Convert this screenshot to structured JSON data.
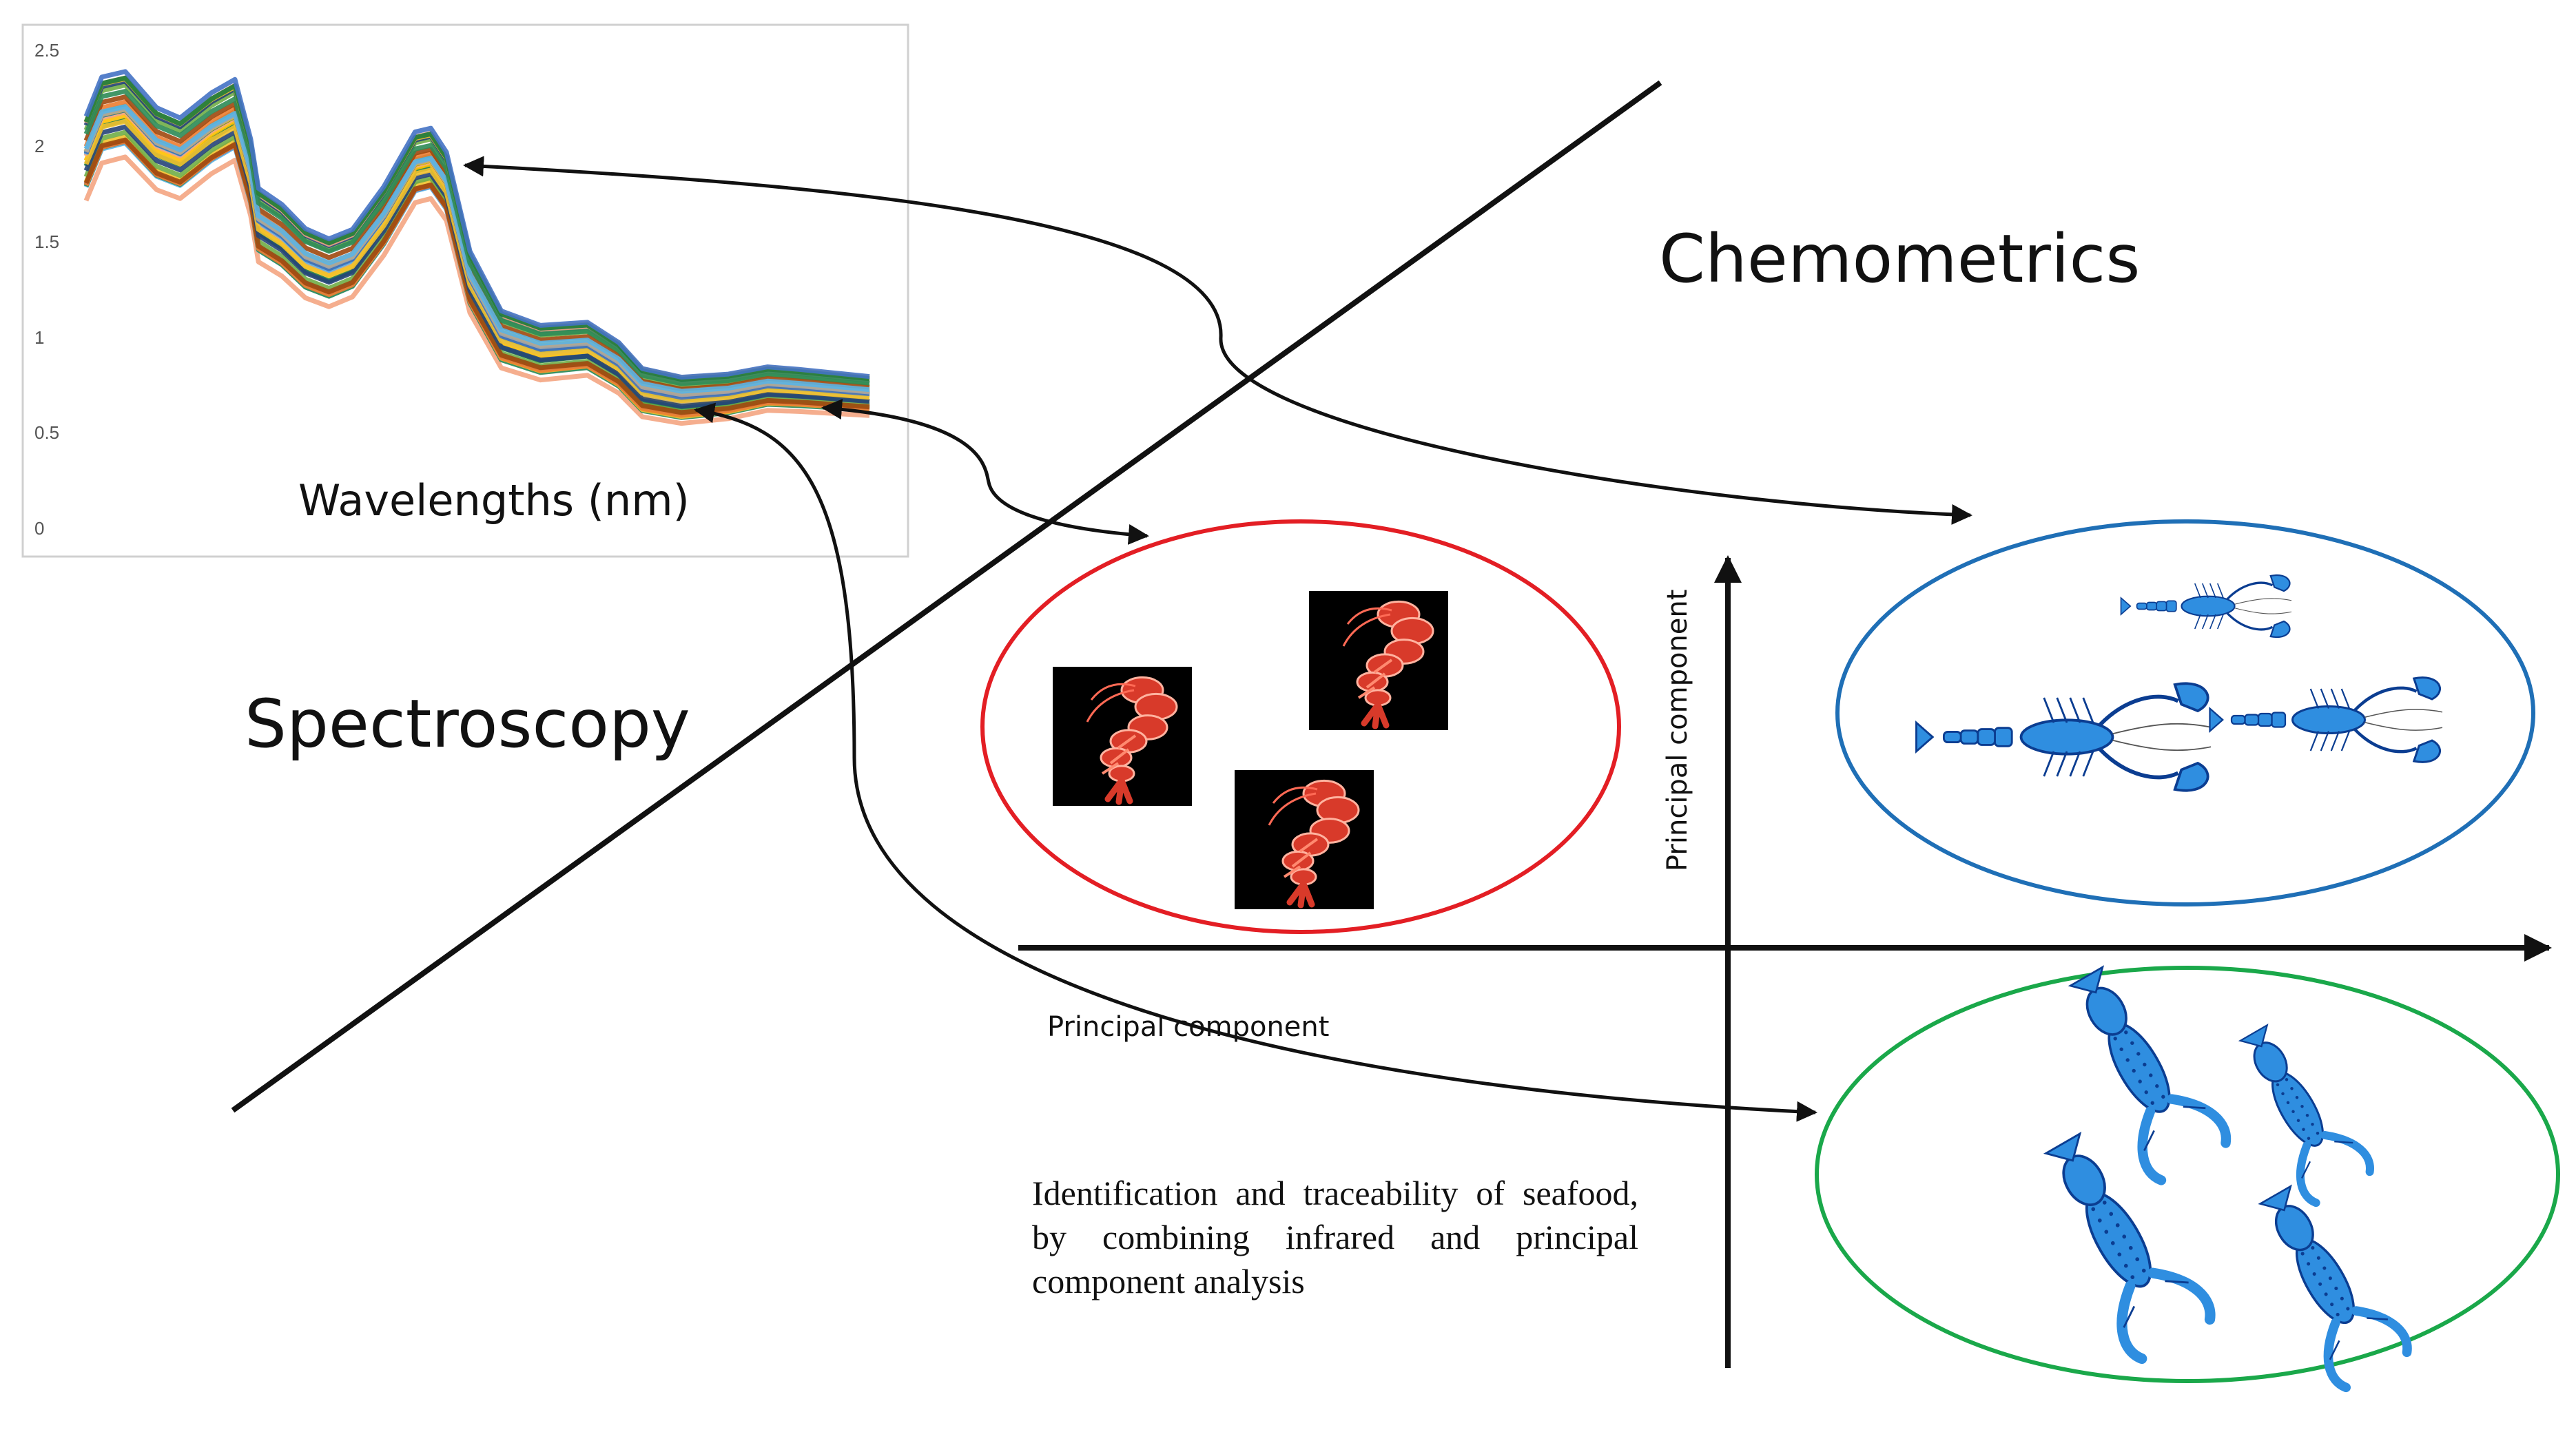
{
  "headings": {
    "chemometrics": "Chemometrics",
    "spectroscopy": "Spectroscopy"
  },
  "axes": {
    "x_label": "Principal component",
    "y_label": "Principal component"
  },
  "spectrum": {
    "xlabel": "Wavelengths (nm)",
    "y_ticks": [
      "2.5",
      "2",
      "1.5",
      "1",
      "0.5",
      "0"
    ]
  },
  "caption": "Identification and traceability of seafood, by combining infrared and principal component analysis",
  "colors": {
    "cluster_shrimp": "#e31e24",
    "cluster_lobster_top": "#1f6fb6",
    "cluster_lobster_bottom": "#1aa84a",
    "lines": "#111111",
    "lobster_blue": "#2f8ee0",
    "shrimp_red": "#d83a2a"
  },
  "chart_data": {
    "type": "line",
    "xlabel": "Wavelengths (nm)",
    "ylim": [
      0,
      2.5
    ],
    "series_count": 30,
    "palette": [
      "#f4a582",
      "#5ab4e6",
      "#2e8b57",
      "#f2c12e",
      "#1a7a3c",
      "#4472c4",
      "#ed7d31",
      "#70ad47",
      "#ffc000",
      "#a5a5a5",
      "#9e480e",
      "#264478"
    ],
    "profile": [
      [
        0.0,
        1.95
      ],
      [
        0.02,
        2.15
      ],
      [
        0.05,
        2.18
      ],
      [
        0.09,
        2.0
      ],
      [
        0.12,
        1.95
      ],
      [
        0.16,
        2.08
      ],
      [
        0.19,
        2.15
      ],
      [
        0.21,
        1.85
      ],
      [
        0.22,
        1.6
      ],
      [
        0.25,
        1.52
      ],
      [
        0.28,
        1.4
      ],
      [
        0.31,
        1.35
      ],
      [
        0.34,
        1.4
      ],
      [
        0.38,
        1.62
      ],
      [
        0.42,
        1.9
      ],
      [
        0.44,
        1.92
      ],
      [
        0.46,
        1.8
      ],
      [
        0.49,
        1.3
      ],
      [
        0.53,
        1.0
      ],
      [
        0.58,
        0.93
      ],
      [
        0.64,
        0.95
      ],
      [
        0.68,
        0.85
      ],
      [
        0.71,
        0.72
      ],
      [
        0.76,
        0.68
      ],
      [
        0.82,
        0.7
      ],
      [
        0.87,
        0.74
      ],
      [
        0.91,
        0.73
      ],
      [
        1.0,
        0.7
      ]
    ]
  }
}
